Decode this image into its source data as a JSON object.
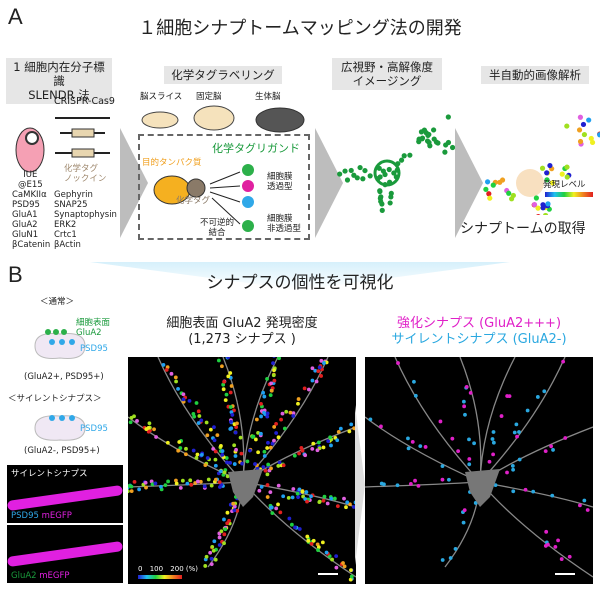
{
  "panel_a": {
    "label": "A",
    "title": "１細胞シナプトームマッピング法の開発",
    "step1": {
      "header_line1": "1 細胞内在分子標識",
      "header_line2": "SLENDR 法",
      "crispr": "CRISPR-Cas9",
      "iue": "IUE",
      "e15": "@E15",
      "knockin_line1": "化学タグ",
      "knockin_line2": "ノックイン",
      "genes_col1": [
        "CaMKIIα",
        "PSD95",
        "GluA1",
        "GluA2",
        "GluN1",
        "βCatenin"
      ],
      "genes_col2": [
        "Gephyrin",
        "SNAP25",
        "Synaptophysin",
        "ERK2",
        "Crtc1",
        "βActin"
      ]
    },
    "step2": {
      "header": "化学タグラベリング",
      "samples": [
        "脳スライス",
        "固定脳",
        "生体脳"
      ],
      "ligand": "化学タグリガンド",
      "target_protein": "目的タンパク質",
      "chem_tag": "化学タグ",
      "permeable_line1": "細胞膜",
      "permeable_line2": "透過型",
      "impermeable_line1": "細胞膜",
      "impermeable_line2": "非透過型",
      "irreversible_line1": "不可逆的",
      "irreversible_line2": "結合"
    },
    "step3": {
      "header_line1": "広視野・高解像度",
      "header_line2": "イメージング"
    },
    "step4": {
      "header": "半自動的画像解析",
      "expression_level": "発現レベル",
      "result": "シナプトームの取得"
    }
  },
  "panel_b": {
    "label": "B",
    "banner": "シナプスの個性を可視化",
    "normal": {
      "title": "＜通常＞",
      "surface_line1": "細胞表面",
      "surface_line2": "GluA2",
      "psd95": "PSD95",
      "caption": "(GluA2+, PSD95+)"
    },
    "silent": {
      "title": "＜サイレントシナプス＞",
      "psd95": "PSD95",
      "caption": "(GluA2-, PSD95+)"
    },
    "micro1": {
      "annotation": "サイレントシナプス",
      "ch1": "PSD95",
      "ch2": "mEGFP"
    },
    "micro2": {
      "ch1": "GluA2",
      "ch2": "mEGFP"
    },
    "middle": {
      "title_line1": "細胞表面 GluA2 発現密度",
      "title_line2": "(1,273 シナプス )",
      "scale_ticks": [
        "0",
        "100",
        "200 (%)"
      ]
    },
    "right": {
      "title_line1": "強化シナプス (GluA2+++)",
      "title_line2": "サイレントシナプス (GluA2-)"
    }
  },
  "colors": {
    "green": "#1a9a3c",
    "magenta": "#e020c8",
    "cyan": "#2aa8e0",
    "orange": "#f0a020",
    "tag": "#8a7a68"
  }
}
